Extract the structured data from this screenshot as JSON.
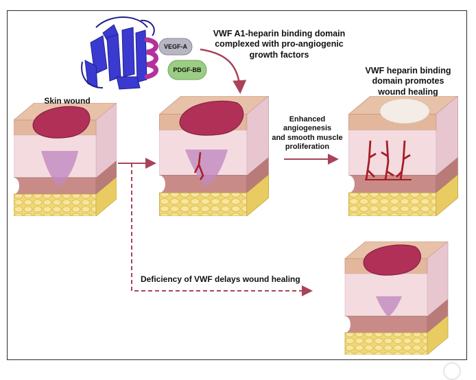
{
  "labels": {
    "complex": "VWF A1-heparin binding domain\ncomplexed with pro-angiogenic\ngrowth factors",
    "promotes": "VWF heparin binding\ndomain promotes\nwound healing",
    "skin_wound": "Skin wound",
    "enhanced": "Enhanced\nangiogenesis\nand smooth muscle\nproliferation",
    "deficiency": "Deficiency of VWF delays wound healing",
    "vegf": "VEGF-A",
    "pdgf": "PDGF-BB"
  },
  "colors": {
    "arrow": "#a8435a",
    "wound": "#b03058",
    "vessel": "#a81c24",
    "protein": "#3a3ad0",
    "heparin_helix": "#b4329a",
    "vegf_pill": "#b9b6c4",
    "pdgf_pill": "#9ccd84",
    "fat": "#f0d778",
    "dermis": "#f3dbe0",
    "epidermis": "#e3b79c"
  }
}
